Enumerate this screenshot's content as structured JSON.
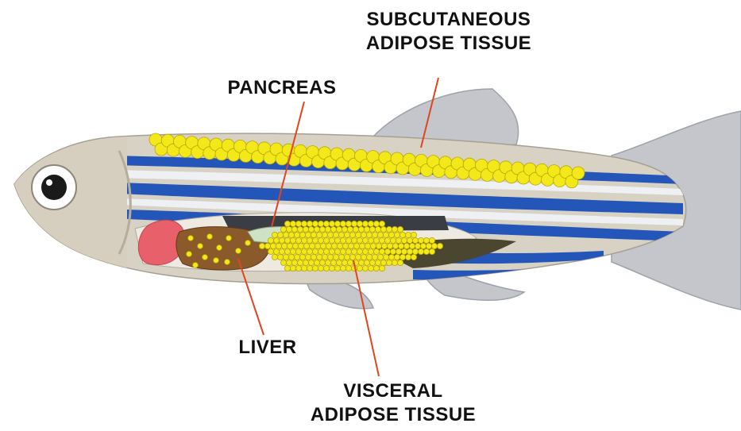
{
  "labels": {
    "subcutaneous": [
      "SUBCUTANEOUS",
      "ADIPOSE TISSUE"
    ],
    "pancreas": "PANCREAS",
    "liver": "LIVER",
    "visceral": [
      "VISCERAL",
      "ADIPOSE TISSUE"
    ]
  },
  "colors": {
    "body": "#d8d2c4",
    "body_shade": "#c9c1b0",
    "stripe_blue": "#2356b8",
    "stripe_light": "#eef0f4",
    "fin": "#c4c6cc",
    "fat": "#f2e81a",
    "fat_edge": "#b8a800",
    "liver": "#8b5a2b",
    "heart": "#e8606a",
    "pointer": "#e0461e",
    "eye": "#1a1a1a"
  },
  "icons": {
    "eye": "eye-icon"
  }
}
